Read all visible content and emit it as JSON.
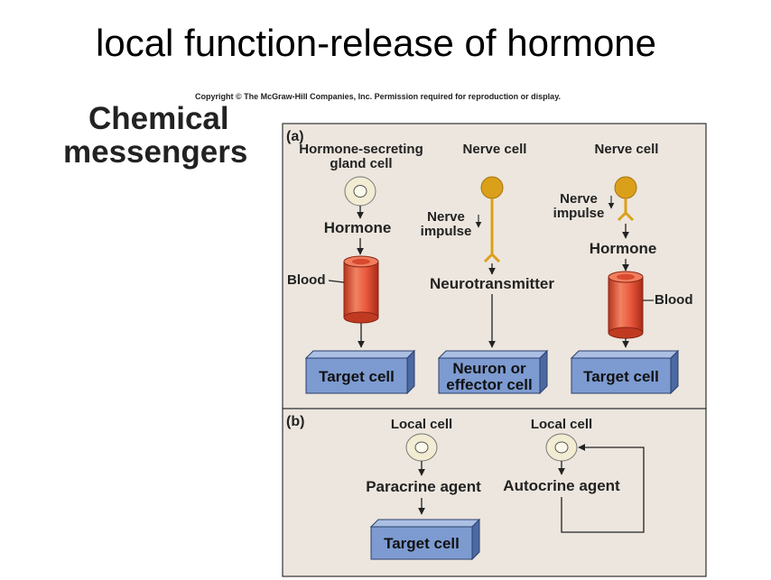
{
  "slide": {
    "title": "local function-release of hormone",
    "copyright": "Copyright © The McGraw-Hill Companies, Inc. Permission required for reproduction or display.",
    "side_heading_line1": "Chemical",
    "side_heading_line2": "messengers"
  },
  "figure": {
    "colors": {
      "panel": "#ece6de",
      "box_front": "#7d9bd1",
      "box_top": "#aabfe3",
      "box_side": "#4d69a3",
      "nerve": "#dba01a",
      "blood_vessel": "#e9583e",
      "cell": "#f1ecd2"
    },
    "panel_a": {
      "label": "(a)",
      "col1": {
        "source_line1": "Hormone-secreting",
        "source_line2": "gland cell",
        "agent": "Hormone",
        "vessel": "Blood",
        "target": "Target cell"
      },
      "col2": {
        "source": "Nerve cell",
        "impulse_line1": "Nerve",
        "impulse_line2": "impulse",
        "agent": "Neurotransmitter",
        "target_line1": "Neuron or",
        "target_line2": "effector cell"
      },
      "col3": {
        "source": "Nerve cell",
        "impulse_line1": "Nerve",
        "impulse_line2": "impulse",
        "agent": "Hormone",
        "vessel": "Blood",
        "target": "Target cell"
      }
    },
    "panel_b": {
      "label": "(b)",
      "col1": {
        "source": "Local cell",
        "agent": "Paracrine agent",
        "target": "Target cell"
      },
      "col2": {
        "source": "Local cell",
        "agent": "Autocrine agent"
      }
    }
  }
}
